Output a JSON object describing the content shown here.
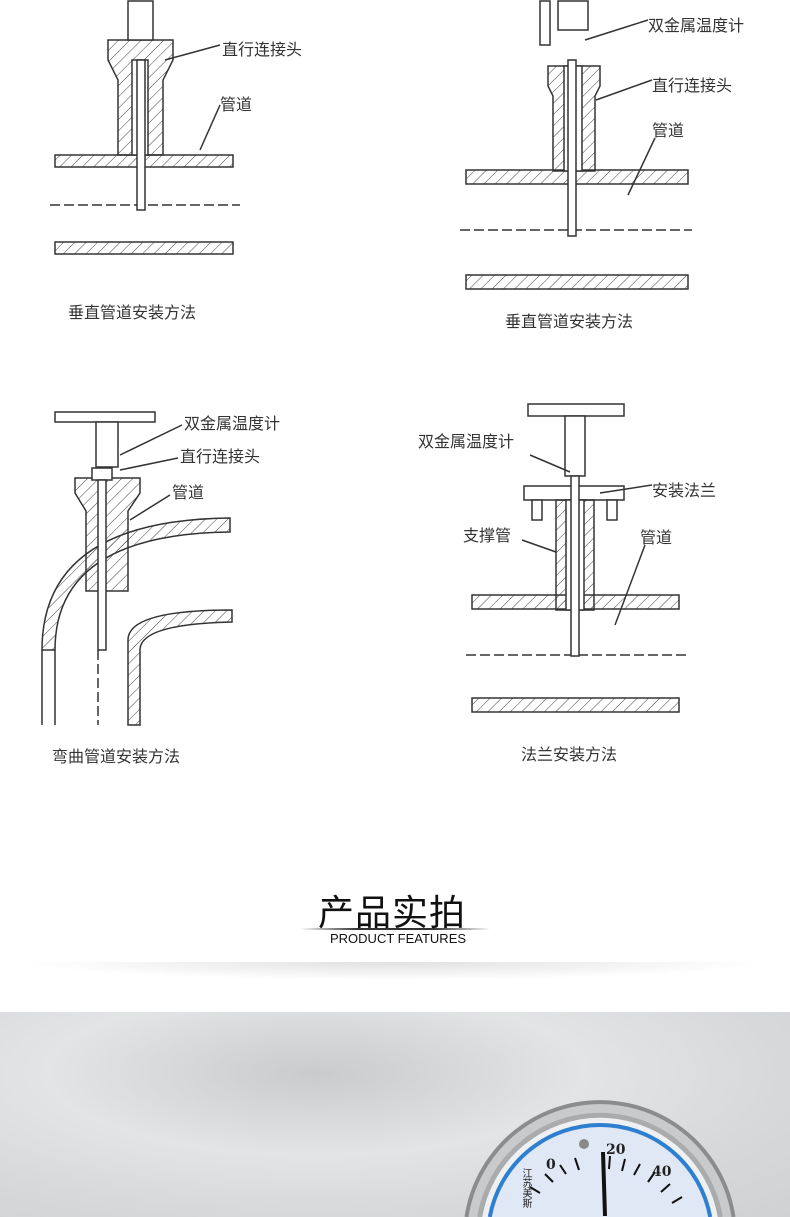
{
  "diagrams": [
    {
      "caption": "垂直管道安装方法",
      "labels": [
        "直行连接头",
        "管道"
      ]
    },
    {
      "caption": "垂直管道安装方法",
      "labels": [
        "双金属温度计",
        "直行连接头",
        "管道"
      ]
    },
    {
      "caption": "弯曲管道安装方法",
      "labels": [
        "双金属温度计",
        "直行连接头",
        "管道"
      ]
    },
    {
      "caption": "法兰安装方法",
      "labels": [
        "双金属温度计",
        "安装法兰",
        "支撑管",
        "管道"
      ]
    }
  ],
  "section": {
    "title": "产品实拍",
    "subtitle": "PRODUCT FEATURES"
  },
  "photo": {
    "dial_numbers": [
      "0",
      "20",
      "40"
    ],
    "dial_text": "江苏美斯"
  }
}
